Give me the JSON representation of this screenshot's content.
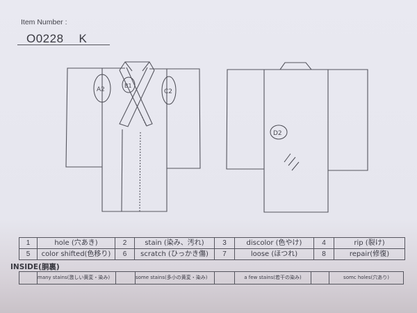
{
  "header": {
    "item_number_label": "Item Number :",
    "item_number": "O0228",
    "item_suffix": "K"
  },
  "diagram": {
    "front_view": {
      "markers": [
        {
          "id": "A2",
          "label": "A2",
          "location": "left sleeve seam"
        },
        {
          "id": "B1",
          "label": "B1",
          "location": "collar"
        },
        {
          "id": "C2",
          "label": "C2",
          "location": "right sleeve seam"
        }
      ]
    },
    "back_view": {
      "markers": [
        {
          "id": "D2",
          "label": "D2",
          "location": "back body"
        }
      ],
      "hatch_mark": "///"
    }
  },
  "defect_legend": {
    "rows": [
      [
        {
          "num": "1",
          "label": "hole (穴あき)"
        },
        {
          "num": "2",
          "label": "stain (染み、汚れ)"
        },
        {
          "num": "3",
          "label": "discolor (色やけ)"
        },
        {
          "num": "4",
          "label": "rip (裂け)"
        }
      ],
      [
        {
          "num": "5",
          "label": "color shifted(色移り)"
        },
        {
          "num": "6",
          "label": "scratch (ひっかき傷)"
        },
        {
          "num": "7",
          "label": "loose (ほつれ)"
        },
        {
          "num": "8",
          "label": "repair(修復)"
        }
      ]
    ]
  },
  "inside": {
    "label": "INSIDE(胴裏)",
    "options": [
      {
        "check": "",
        "label": "many stains(激しい黄変・染み)"
      },
      {
        "check": "",
        "label": "some stains(多小の黄変・染み)"
      },
      {
        "check": "",
        "label": "a few stains(若干の染み)"
      },
      {
        "check": "",
        "label": "somc holes(穴あり)"
      }
    ]
  },
  "colors": {
    "paper": "#e8e8f0",
    "ink": "#55555e",
    "pen": "#4a4a52"
  }
}
